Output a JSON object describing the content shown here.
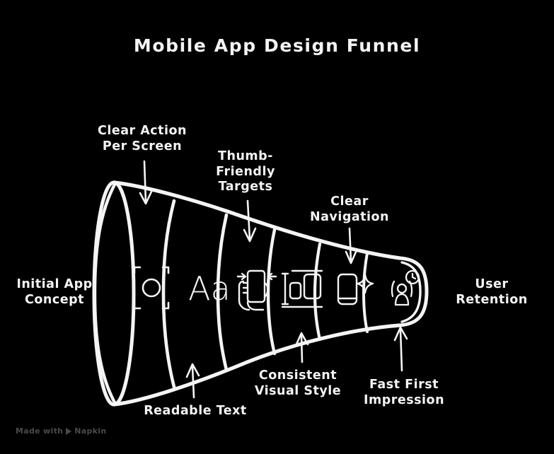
{
  "title": "Mobile App Design Funnel",
  "theme": {
    "background": "#000000",
    "stroke": "#f4f4f4",
    "text": "#f4f4f4",
    "watermark_text": "#4a4a4a"
  },
  "funnel": {
    "entry_label": "Initial App\nConcept",
    "exit_label": "User\nRetention",
    "segments": [
      {
        "icon": "focus-target-icon",
        "label": "Clear Action\nPer Screen",
        "label_position": "top"
      },
      {
        "icon": "typography-aa-icon",
        "label": "Readable Text",
        "label_position": "bottom"
      },
      {
        "icon": "thumb-tap-phone-icon",
        "label": "Thumb-\nFriendly\nTargets",
        "label_position": "top"
      },
      {
        "icon": "layout-alignment-icon",
        "label": "Consistent\nVisual Style",
        "label_position": "bottom"
      },
      {
        "icon": "phone-sparkle-icon",
        "label": "Clear\nNavigation",
        "label_position": "top"
      },
      {
        "icon": "user-clock-icon",
        "label": "Fast First\nImpression",
        "label_position": "bottom"
      }
    ]
  },
  "labels": {
    "clear_action": "Clear Action\nPer Screen",
    "thumb_friendly": "Thumb-\nFriendly\nTargets",
    "clear_navigation": "Clear\nNavigation",
    "initial_app_concept": "Initial App\nConcept",
    "user_retention": "User\nRetention",
    "readable_text": "Readable Text",
    "consistent_visual_style": "Consistent\nVisual Style",
    "fast_first_impression": "Fast First\nImpression"
  },
  "watermark": {
    "prefix": "Made with",
    "brand": "Napkin"
  }
}
